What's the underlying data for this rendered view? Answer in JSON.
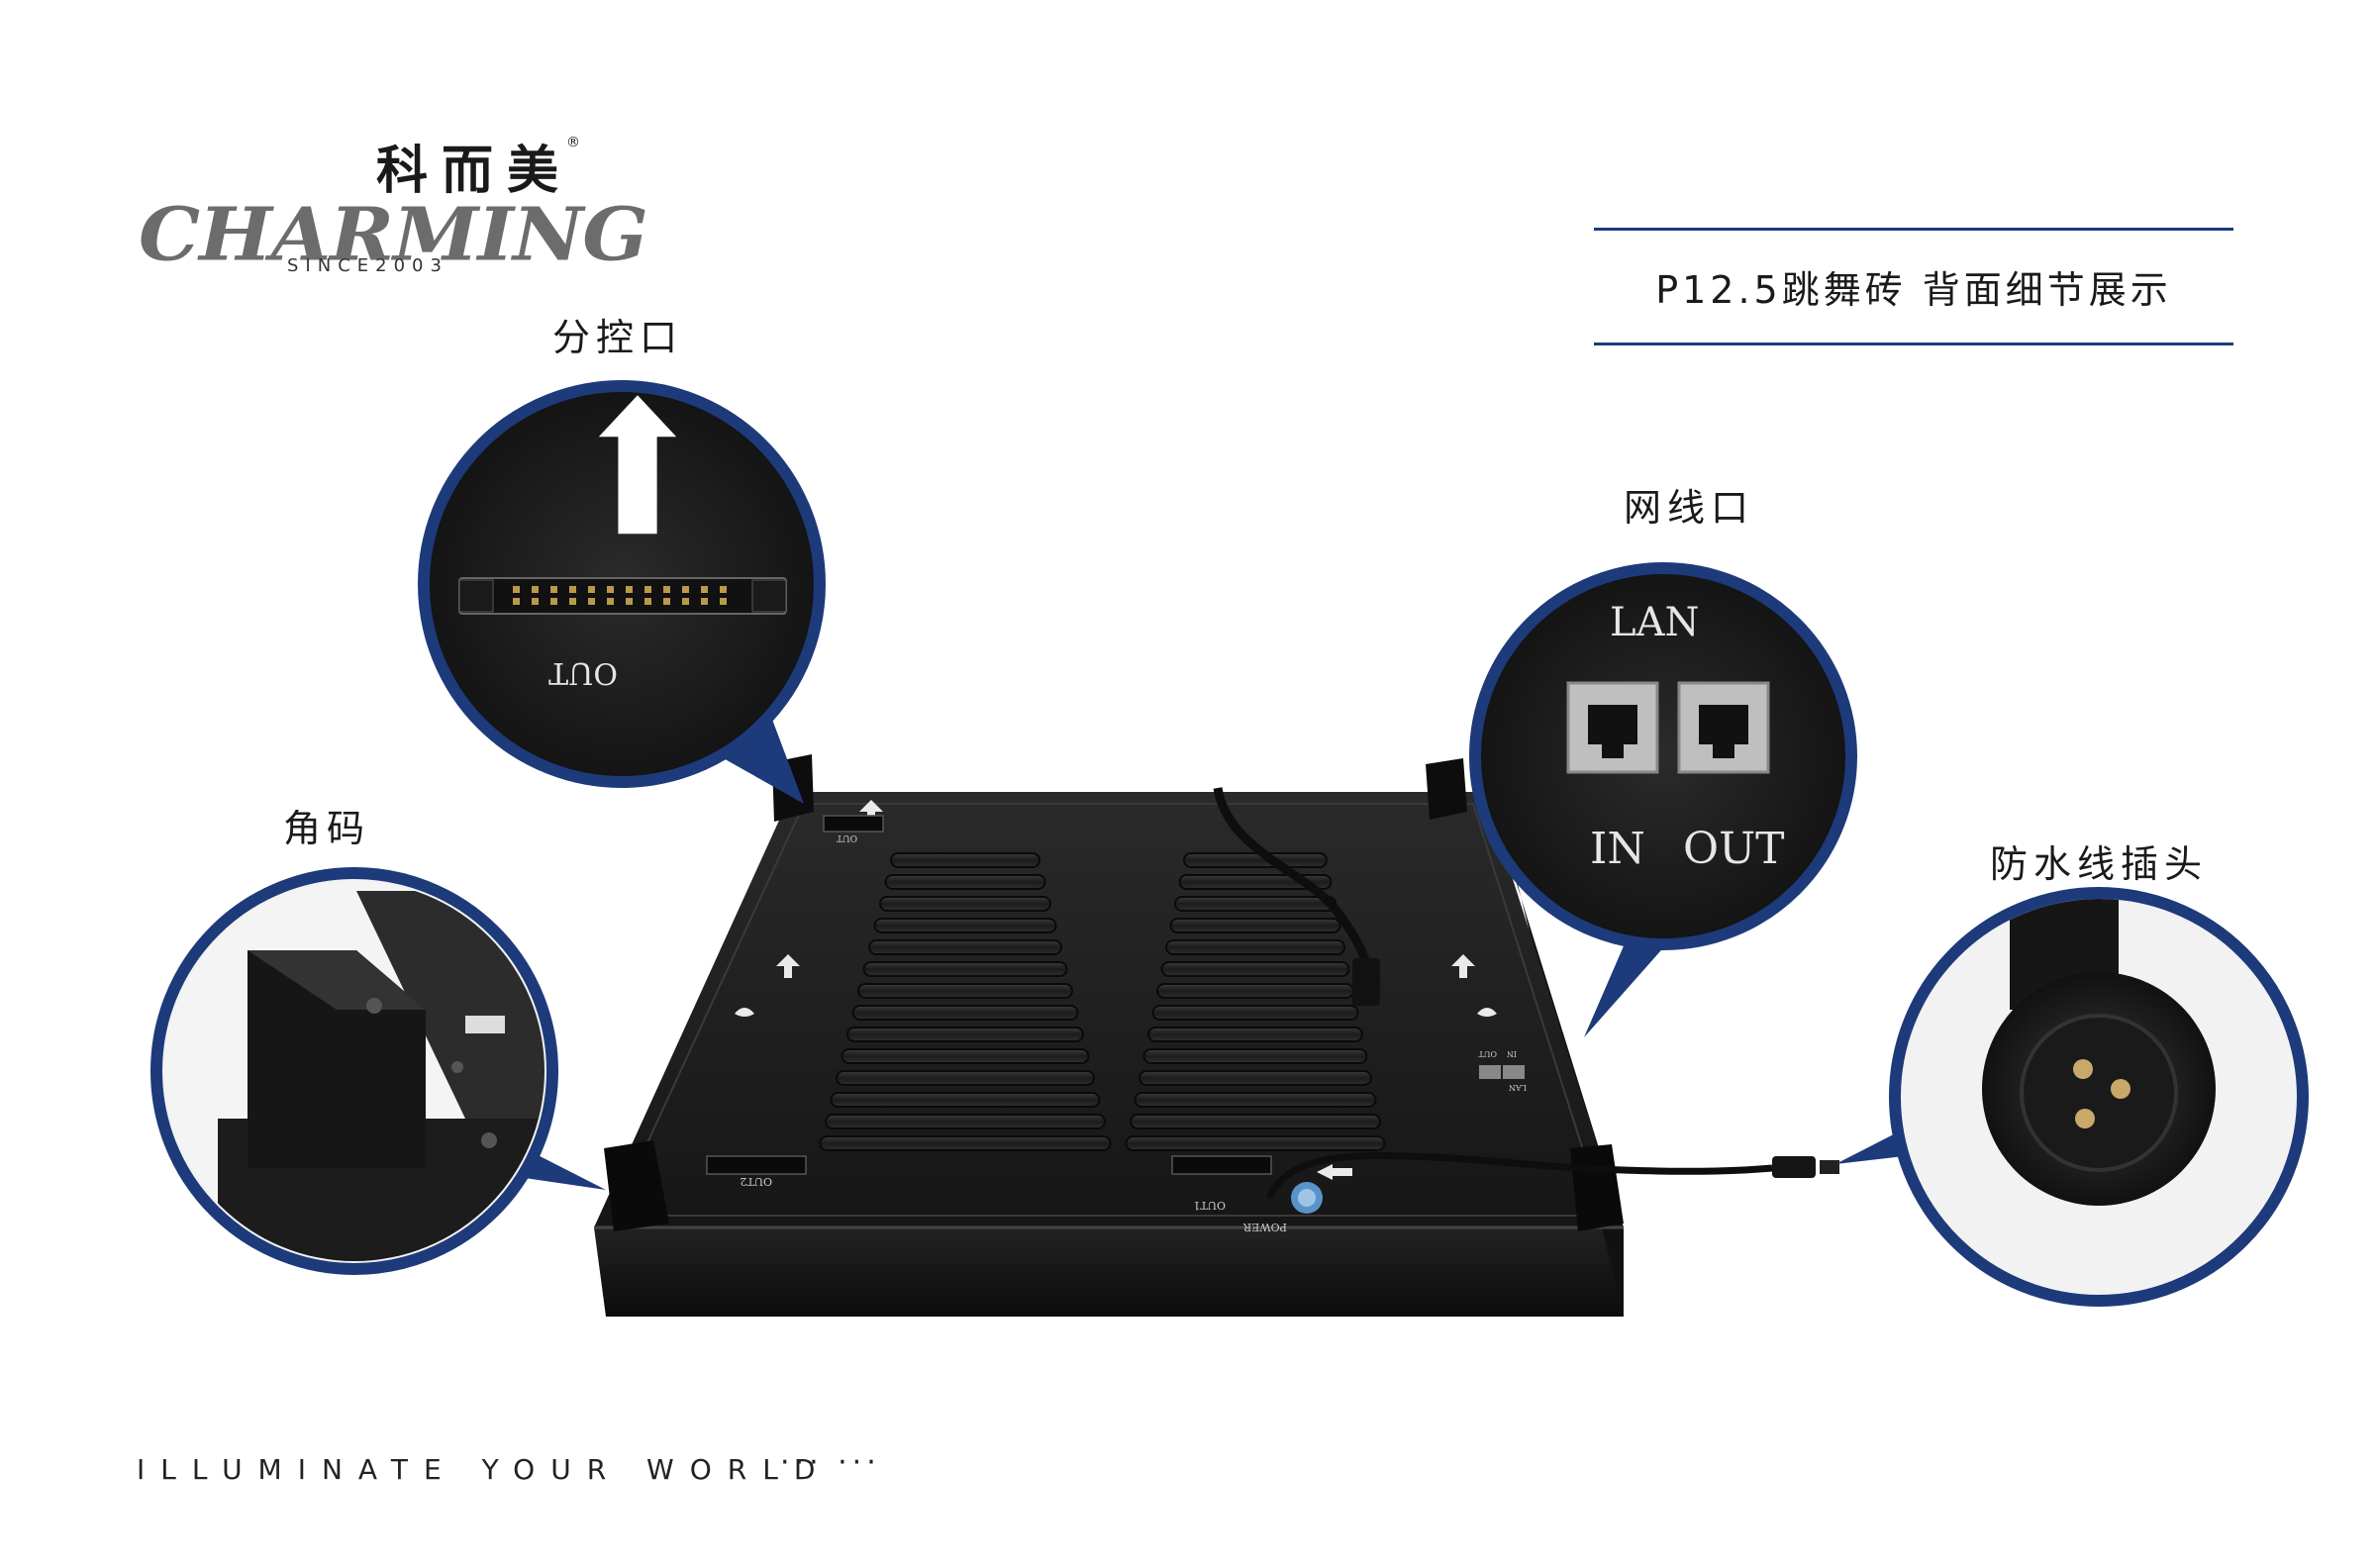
{
  "brand": {
    "name_cn": "科而美",
    "registered": "®",
    "wordmark": "CHARMING",
    "since": "SINCE2003"
  },
  "title": "P12.5跳舞砖 背面细节展示",
  "callouts": {
    "control_port": "分控口",
    "corner_code": "角码",
    "network_port": "网线口",
    "waterproof_plug": "防水线插头"
  },
  "zoom_labels": {
    "control_out": "OUT",
    "lan": "LAN",
    "lan_in": "IN",
    "lan_out": "OUT"
  },
  "panel_labels": {
    "out": "OUT",
    "out2": "OUT2",
    "out1": "OUT1",
    "power": "POWER",
    "lan": "LAN",
    "lan_in": "IN",
    "lan_out": "OUT"
  },
  "tagline": "ILLUMINATE YOUR WORLD",
  "tagline_dots": "··· ···",
  "colors": {
    "accent_navy": "#1d3a7a",
    "panel_black": "#1a1a1a",
    "logo_gray": "#6c6c6c"
  }
}
